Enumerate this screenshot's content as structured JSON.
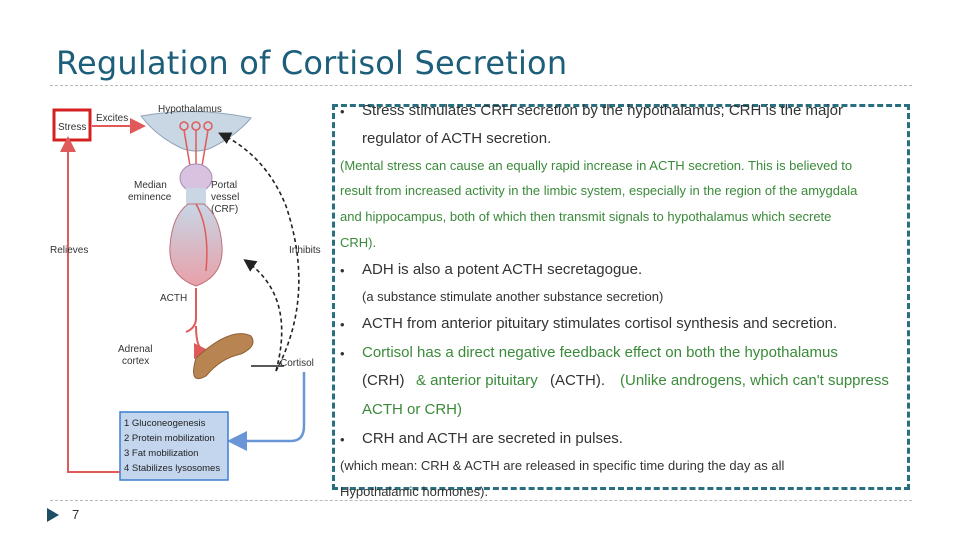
{
  "slide": {
    "title": "Regulation of Cortisol Secretion",
    "page_number": "7"
  },
  "figure": {
    "labels": {
      "stress": "Stress",
      "excites": "Excites",
      "hypothalamus": "Hypothalamus",
      "median": "Median",
      "eminence": "eminence",
      "portal": "Portal",
      "vessel": "vessel",
      "crf": "(CRF)",
      "relieves": "Relieves",
      "inhibits": "Inhibits",
      "acth": "ACTH",
      "adrenal": "Adrenal",
      "cortex": "cortex",
      "cortisol": "Cortisol"
    },
    "effects": [
      "1 Gluconeogenesis",
      "2 Protein mobilization",
      "3 Fat mobilization",
      "4 Stabilizes lysosomes"
    ]
  },
  "text": {
    "bullet1_line1": "Stress stimulates CRH secretion by the hypothalamus; CRH  is the major",
    "bullet1_line2": "regulator of ACTH secretion.",
    "note1_line1": "(Mental stress can cause an equally rapid increase in ACTH secretion. This is believed to",
    "note1_line2": "result from increased activity in the limbic system, especially in the region of the amygdala",
    "note1_line3": "and hippocampus, both of which then transmit signals to hypothalamus which secrete",
    "note1_line4": "CRH).",
    "bullet2": "ADH is also a potent ACTH secretagogue.",
    "note2": "(a substance stimulate another substance secretion)",
    "bullet3": "ACTH from anterior pituitary stimulates cortisol synthesis and secretion.",
    "bullet4_a": "Cortisol has a direct negative feedback effect on both the hypothalamus",
    "bullet4_b": "(CRH)",
    "bullet4_c": "& anterior pituitary",
    "bullet4_d": "(ACTH).",
    "bullet4_e": "(Unlike androgens, which can't suppress",
    "bullet4_f": "ACTH or CRH)",
    "bullet5": "CRH and ACTH are secreted in pulses.",
    "note3_line1": "(which mean: CRH & ACTH are released in specific time during the day as all",
    "note3_line2": "Hypothalamic hormones)."
  },
  "colors": {
    "title": "#1d5f7a",
    "green_text": "#3a8a3a",
    "box_border": "#2a6f80",
    "stress_box": "#d42020",
    "feedback_arrow": "#e05a5a",
    "effects_box": "#3d7fd0"
  }
}
